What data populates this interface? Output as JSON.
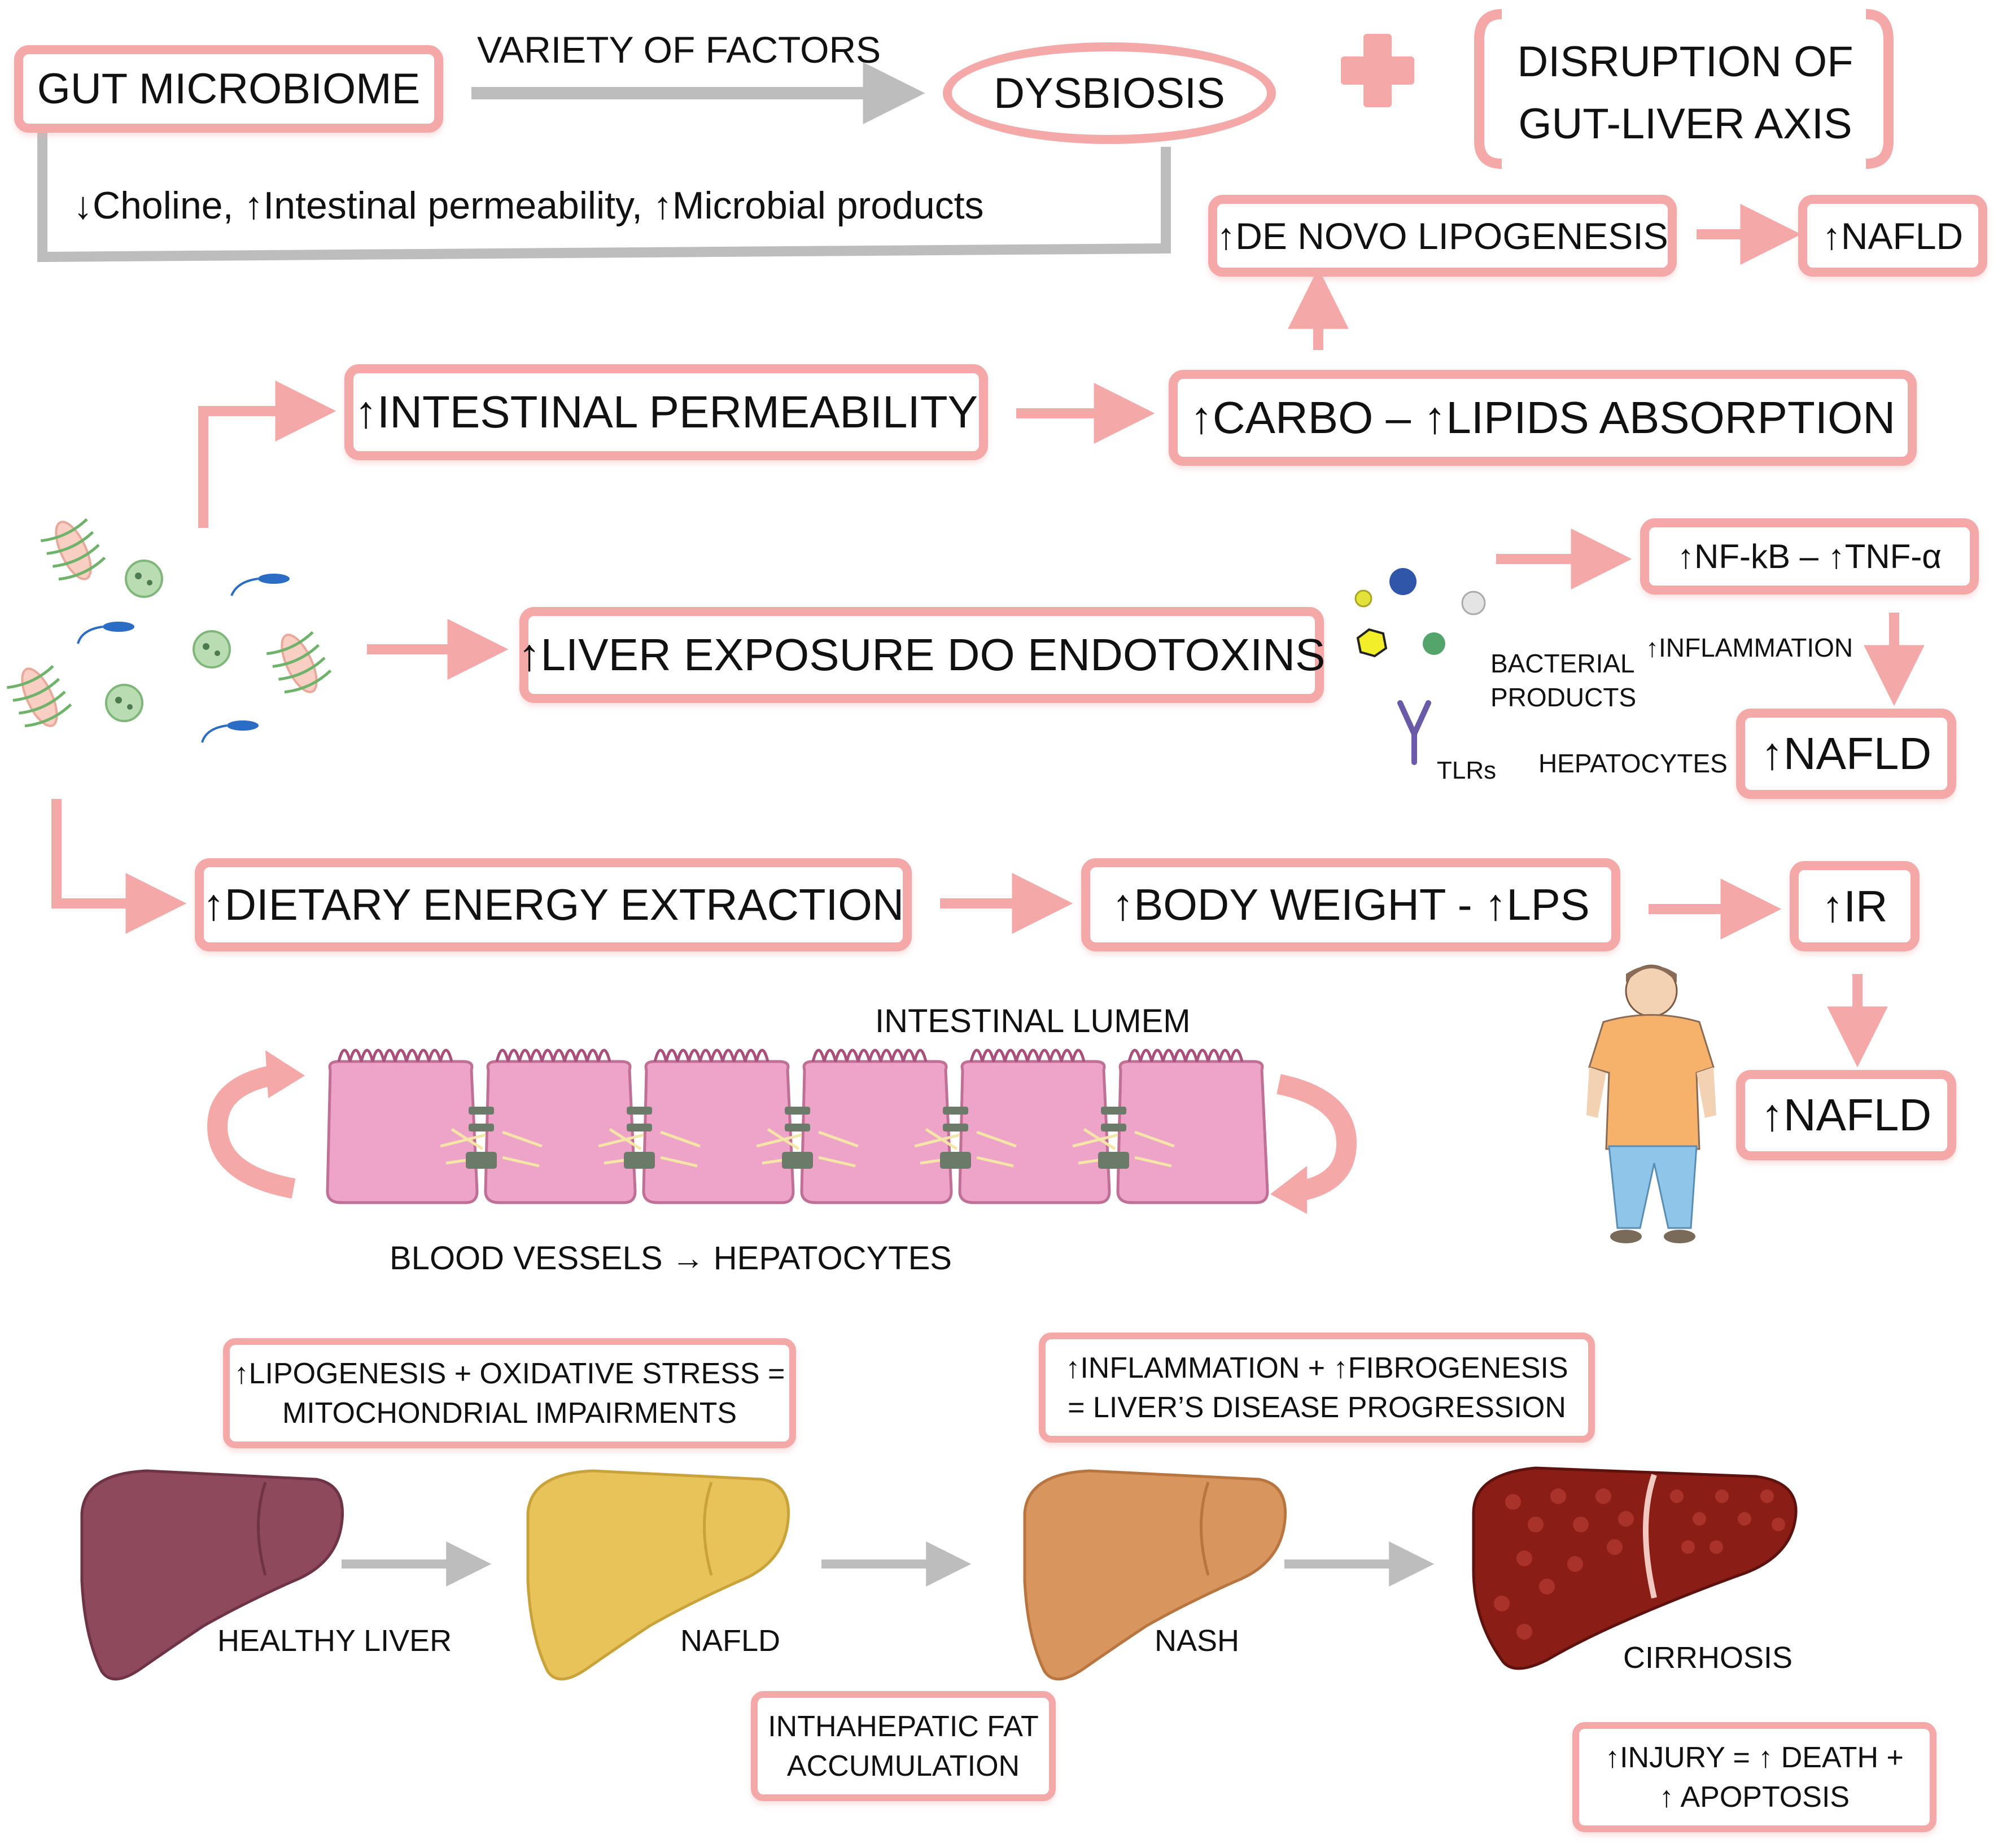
{
  "top": {
    "gut_microbiome": "GUT MICROBIOME",
    "variety_of_factors": "VARIETY OF FACTORS",
    "dysbiosis": "DYSBIOSIS",
    "disruption_line1": "DISRUPTION OF",
    "disruption_line2": "GUT-LIVER AXIS",
    "effects": "↓Choline, ↑Intestinal permeability, ↑Microbial products"
  },
  "pathway1": {
    "de_novo": "↑DE NOVO LIPOGENESIS",
    "nafld": "↑NAFLD",
    "intestinal_permeability": "↑INTESTINAL PERMEABILITY",
    "carbo_lipids": "↑CARBO – ↑LIPIDS ABSORPTION"
  },
  "pathway2": {
    "liver_exposure": "↑LIVER EXPOSURE DO ENDOTOXINS",
    "nfkb_tnf": "↑NF-kB – ↑TNF-α",
    "inflammation": "↑INFLAMMATION",
    "bacterial_line1": "BACTERIAL",
    "bacterial_line2": "PRODUCTS",
    "tlrs": "TLRs",
    "hepatocytes": "HEPATOCYTES",
    "nafld": "↑NAFLD"
  },
  "pathway3": {
    "dietary_energy": "↑DIETARY ENERGY EXTRACTION",
    "body_weight": "↑BODY WEIGHT - ↑LPS",
    "ir": "↑IR",
    "nafld": "↑NAFLD"
  },
  "intestine": {
    "lumen_label": "INTESTINAL LUMEM",
    "vessels_label": "BLOOD VESSELS → HEPATOCYTES"
  },
  "progression": {
    "note_left_line1": "↑LIPOGENESIS + OXIDATIVE STRESS =",
    "note_left_line2": "MITOCHONDRIAL IMPAIRMENTS",
    "note_right_line1": "↑INFLAMMATION + ↑FIBROGENESIS",
    "note_right_line2": "= LIVER’S DISEASE PROGRESSION",
    "healthy": "HEALTHY LIVER",
    "nafld": "NAFLD",
    "nash": "NASH",
    "cirrhosis": "CIRRHOSIS",
    "fat_line1": "INTHAHEPATIC FAT",
    "fat_line2": "ACCUMULATION",
    "injury_line1": "↑INJURY = ↑ DEATH +",
    "injury_line2": "↑ APOPTOSIS"
  },
  "colors": {
    "accent_pink": "#f4a9a8",
    "gray_arrow": "#bdbdbd",
    "healthy_liver": "#8e4a5c",
    "nafld_liver": "#e8c35a",
    "nash_liver": "#d9955e",
    "cirrhosis_liver": "#8a1e16",
    "intestine_cell": "#eea3c8"
  }
}
